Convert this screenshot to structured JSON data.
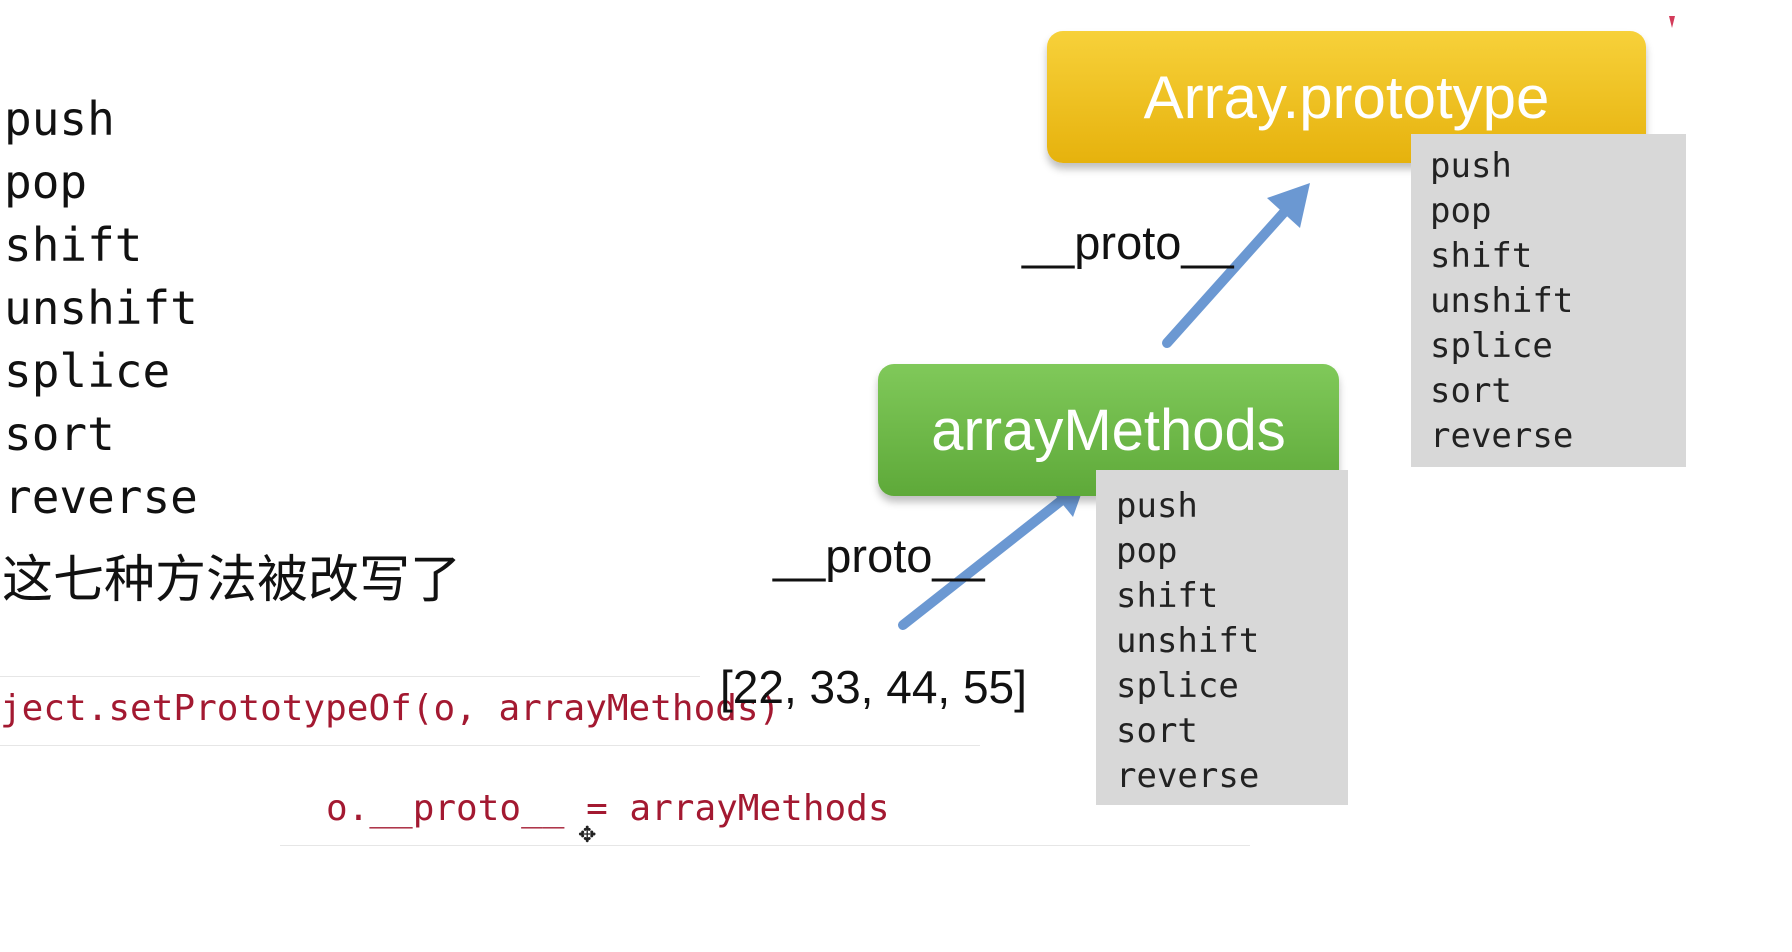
{
  "left_methods": [
    "push",
    "pop",
    "shift",
    "unshift",
    "splice",
    "sort",
    "reverse"
  ],
  "note": "这七种方法被改写了",
  "code": {
    "line1": "ject.setPrototypeOf(o, arrayMethods)",
    "line2": "o.__proto__ = arrayMethods"
  },
  "diagram": {
    "proto_box_label": "Array.prototype",
    "methods_box_label": "arrayMethods",
    "proto_link_label_upper": "__proto__",
    "proto_link_label_lower": "__proto__",
    "array_literal": "[22, 33, 44, 55]",
    "proto_panel_methods": [
      "push",
      "pop",
      "shift",
      "unshift",
      "splice",
      "sort",
      "reverse"
    ],
    "methods_panel_methods": [
      "push",
      "pop",
      "shift",
      "unshift",
      "splice",
      "sort",
      "reverse"
    ]
  },
  "colors": {
    "proto_box": "#f0c22a",
    "methods_box": "#6fb748",
    "arrow": "#6b98d2",
    "code_text": "#a31931",
    "panel_bg": "#d8d8d8"
  },
  "icons": [
    "move-cursor-icon",
    "red-marker-icon"
  ]
}
